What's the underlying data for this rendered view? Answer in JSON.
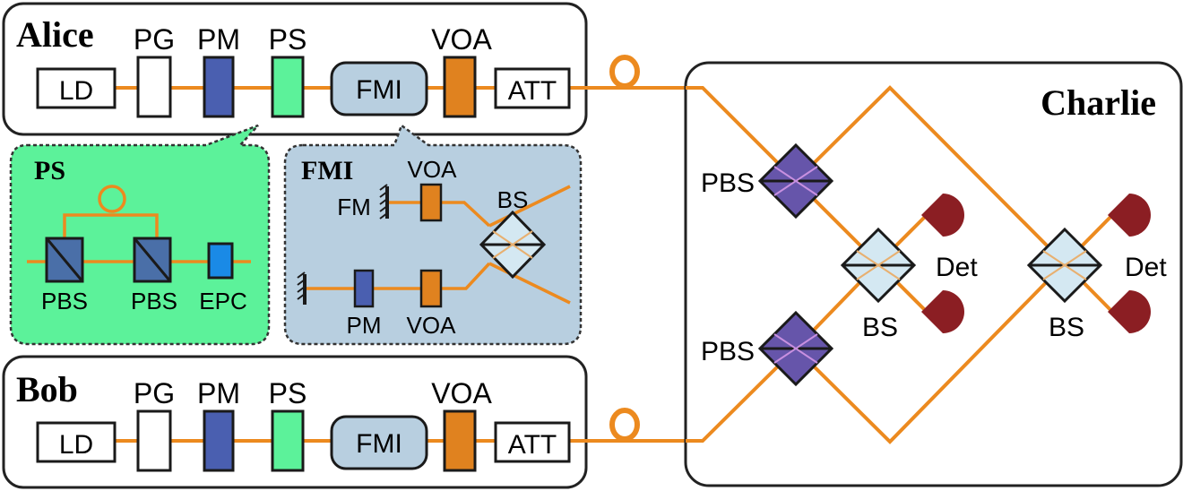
{
  "alice": {
    "title": "Alice",
    "labels": {
      "pg": "PG",
      "pm": "PM",
      "ps": "PS",
      "voa": "VOA"
    },
    "boxes": {
      "ld": "LD",
      "fmi": "FMI",
      "att": "ATT"
    }
  },
  "bob": {
    "title": "Bob",
    "labels": {
      "pg": "PG",
      "pm": "PM",
      "ps": "PS",
      "voa": "VOA"
    },
    "boxes": {
      "ld": "LD",
      "fmi": "FMI",
      "att": "ATT"
    }
  },
  "ps_detail": {
    "title": "PS",
    "labels": {
      "pbs1": "PBS",
      "pbs2": "PBS",
      "epc": "EPC"
    }
  },
  "fmi_detail": {
    "title": "FMI",
    "labels": {
      "voa_top": "VOA",
      "fm": "FM",
      "bs": "BS",
      "pm": "PM",
      "voa_bottom": "VOA"
    }
  },
  "charlie": {
    "title": "Charlie",
    "labels": {
      "pbs_top": "PBS",
      "pbs_bottom": "PBS",
      "bs_left": "BS",
      "bs_right": "BS",
      "det_left": "Det",
      "det_right": "Det"
    }
  },
  "colors": {
    "fiber": "#ec8a1f",
    "pm": "#4a5fb0",
    "ps": "#5cf29a",
    "voa": "#e0821f",
    "fmi": "#b8cfe0",
    "pbs": "#6655aa",
    "bs": "#d4e8f2",
    "detector": "#8b1e23"
  }
}
